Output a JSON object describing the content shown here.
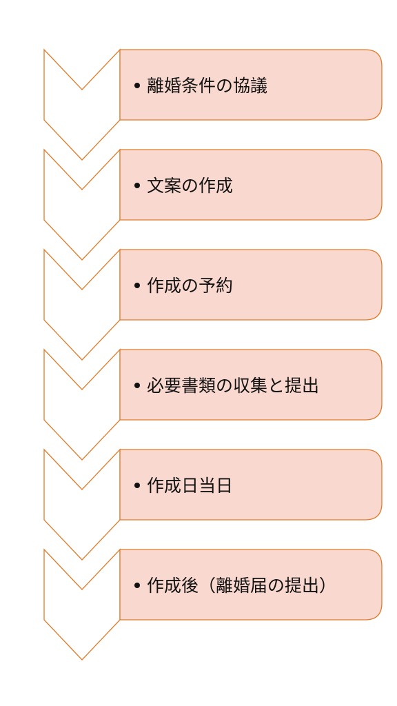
{
  "flow": {
    "steps": [
      {
        "label": "離婚条件の協議"
      },
      {
        "label": "文案の作成"
      },
      {
        "label": "作成の予約"
      },
      {
        "label": "必要書類の収集と提出"
      },
      {
        "label": "作成日当日"
      },
      {
        "label": "作成後（離婚届の提出）"
      }
    ]
  },
  "colors": {
    "box_fill": "#f9d8cf",
    "outline": "#e07b2a",
    "chevron_fill": "#ffffff",
    "text": "#111111"
  }
}
